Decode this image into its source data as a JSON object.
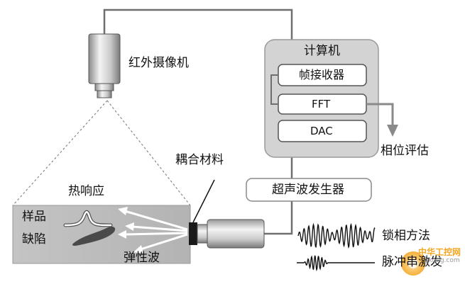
{
  "labels": {
    "camera": "红外摄像机",
    "computer": "计算机",
    "frame_grabber": "帧接收器",
    "fft": "FFT",
    "dac": "DAC",
    "phase_eval": "相位评估",
    "coupling": "耦合材料",
    "thermal_response": "热响应",
    "sample": "样品",
    "defect": "缺陷",
    "elastic_wave": "弹性波",
    "ultrasonic_generator": "超声波发生器",
    "lockin": "锁相方法",
    "burst": "脉冲串激发"
  },
  "watermark": {
    "text": "中华工控网",
    "sub": "gkong.com"
  },
  "colors": {
    "line": "#6f6f6f",
    "computer_panel": "#d3d3d3",
    "sample_fill": "#bdbdbd",
    "arrow": "#ffffff",
    "watermark": "#f5a623"
  }
}
